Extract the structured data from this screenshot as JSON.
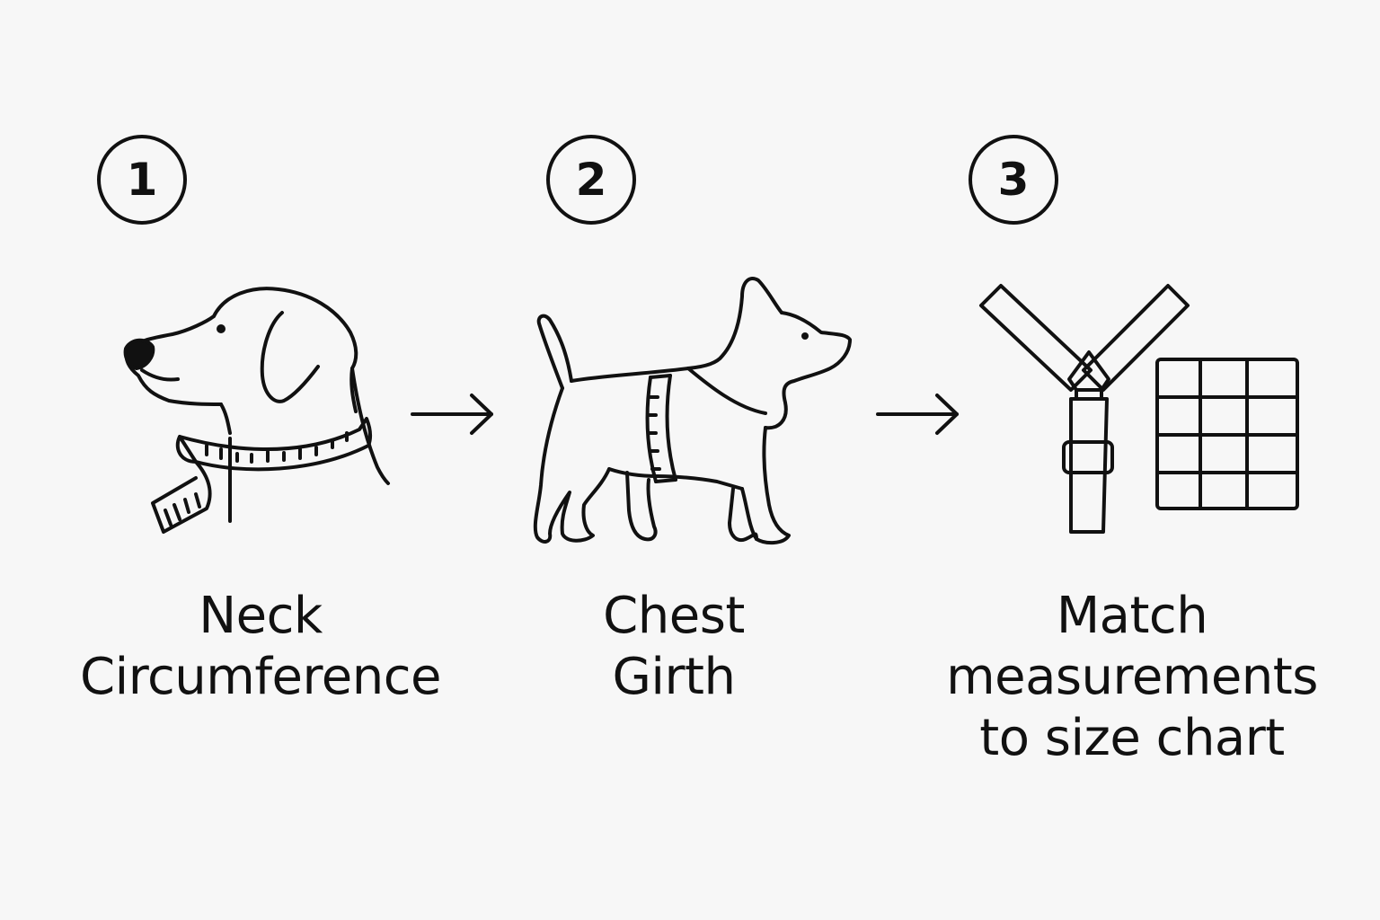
{
  "steps": [
    {
      "number": "1",
      "label_lines": [
        "Neck",
        "Circumference"
      ],
      "icon": "dog-head-with-tape-icon"
    },
    {
      "number": "2",
      "label_lines": [
        "Chest",
        "Girth"
      ],
      "icon": "dog-body-with-tape-icon"
    },
    {
      "number": "3",
      "label_lines": [
        "Match",
        "measurements",
        "to size chart"
      ],
      "icon": "harness-and-size-chart-icon"
    }
  ],
  "arrows": [
    "arrow-right-icon",
    "arrow-right-icon"
  ],
  "colors": {
    "background": "#f7f7f7",
    "ink": "#111111"
  }
}
